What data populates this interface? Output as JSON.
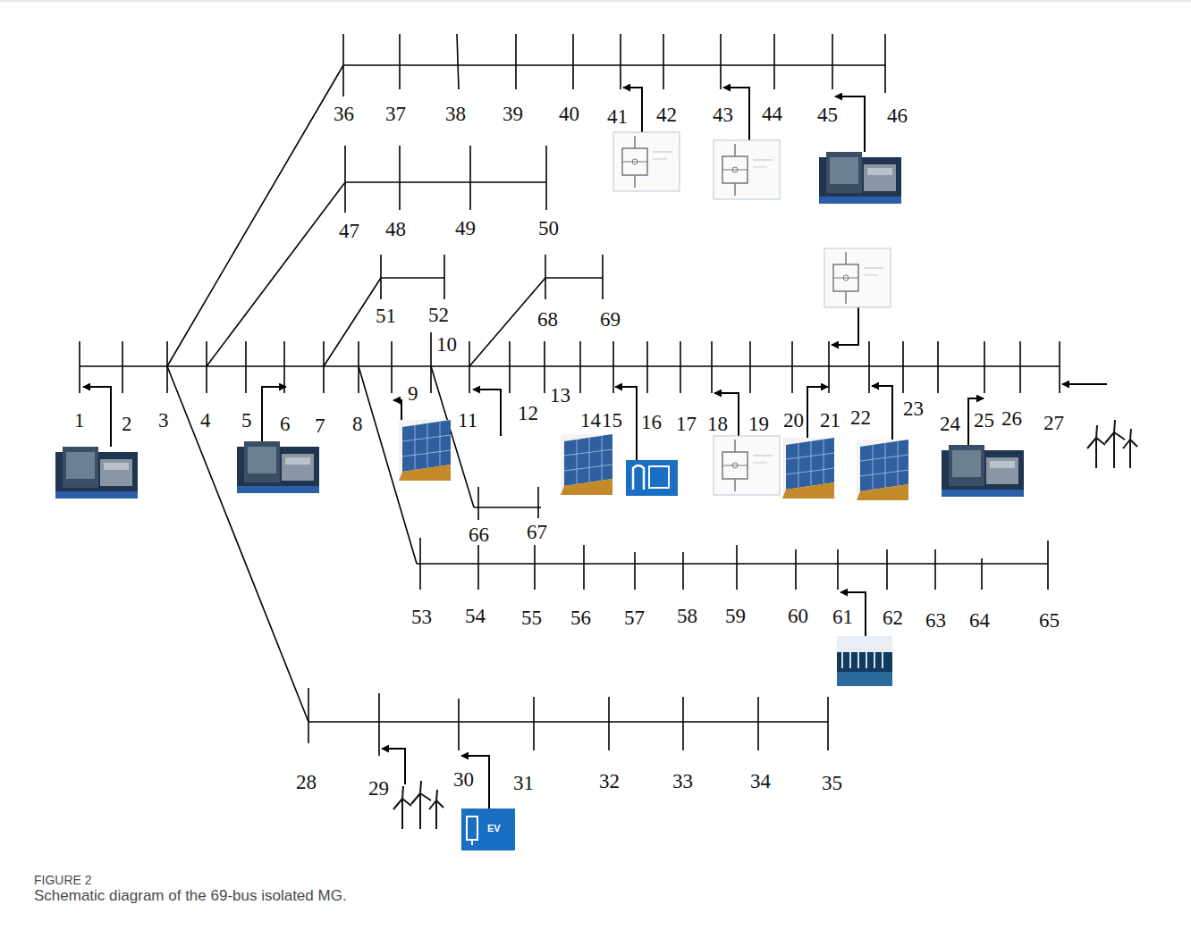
{
  "diagram": {
    "caption": "Schematic diagram of the 69-bus isolated MG.",
    "labels": [
      "1",
      "2",
      "3",
      "4",
      "5",
      "6",
      "7",
      "8",
      "9",
      "10",
      "11",
      "12",
      "13",
      "14",
      "15",
      "16",
      "17",
      "18",
      "19",
      "20",
      "21",
      "22",
      "23",
      "24",
      "25",
      "26",
      "27",
      "28",
      "29",
      "30",
      "31",
      "32",
      "33",
      "34",
      "35",
      "36",
      "37",
      "38",
      "39",
      "40",
      "41",
      "42",
      "43",
      "44",
      "45",
      "46",
      "47",
      "48",
      "49",
      "50",
      "51",
      "52",
      "53",
      "54",
      "55",
      "56",
      "57",
      "58",
      "59",
      "60",
      "61",
      "62",
      "63",
      "64",
      "65",
      "66",
      "67",
      "68",
      "69",
      "EV",
      "FIGURE 2"
    ]
  }
}
